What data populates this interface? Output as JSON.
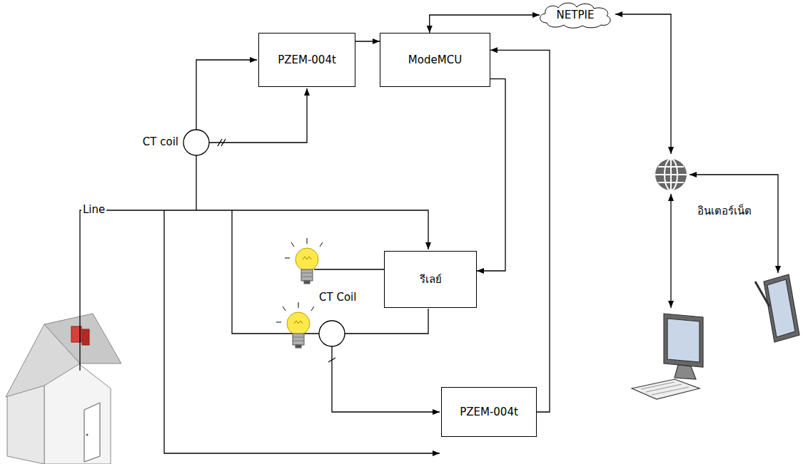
{
  "diagram": {
    "nodes": [
      {
        "text": [
          "PZEM-004t"
        ]
      },
      {
        "text": [
          "ModeMCU"
        ]
      },
      {
        "text": [
          "NETPIE"
        ]
      },
      {
        "text": [
          "รีเลย์"
        ]
      },
      {
        "text": [
          "PZEM-004t"
        ]
      }
    ],
    "edges": [
      {
        "from": 0,
        "to": 1,
        "arrow": "to"
      },
      {
        "from": 1,
        "to": 2,
        "arrow": "both"
      },
      {
        "from": 1,
        "to": 3,
        "arrow": "to"
      },
      {
        "from": 4,
        "to": 1,
        "arrow": "to"
      }
    ],
    "labels": [
      "CT coil",
      "Line",
      "CT Coil",
      "อินเตอร์เน็ต"
    ]
  }
}
